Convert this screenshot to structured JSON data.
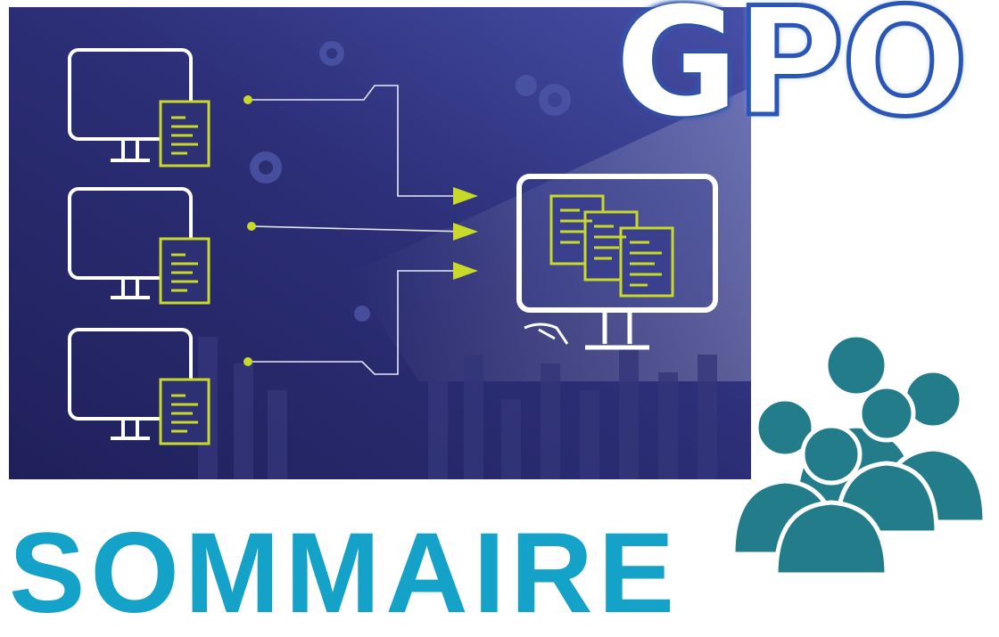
{
  "title": {
    "first_letter": "G",
    "rest": "PO"
  },
  "heading": "SOMMAIRE",
  "colors": {
    "banner_dark": "#232563",
    "banner_light": "#3f469e",
    "accent": "#c8d92a",
    "heading": "#14a2c8",
    "people": "#237c8a",
    "title_stroke": "#2a56b5"
  },
  "icons": [
    "monitor-icon",
    "document-icon",
    "gear-icon",
    "arrow-icon",
    "users-group-icon"
  ]
}
